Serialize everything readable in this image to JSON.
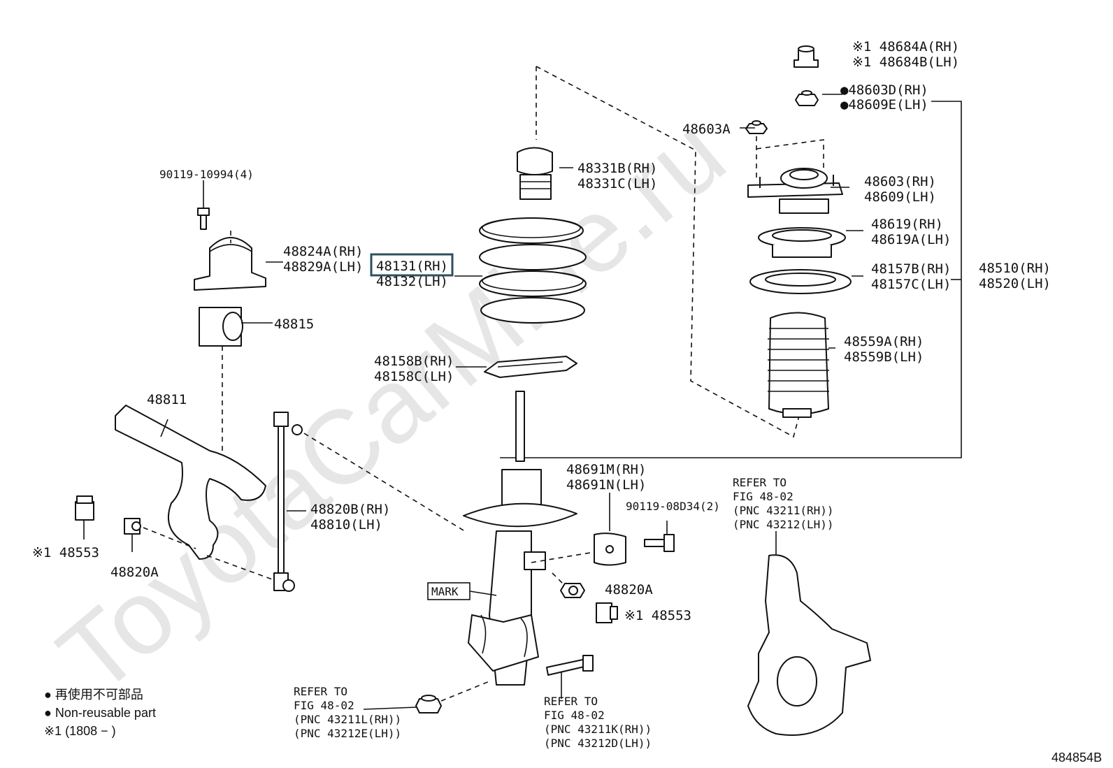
{
  "watermark": "ToyotaCarMine.ru",
  "diagram_id": "484854B",
  "parts": {
    "upper_support_nut_a": {
      "rh": "※1 48684A(RH)",
      "lh": "※1 48684B(LH)"
    },
    "nut_48603d": {
      "rh": "●48603D(RH)",
      "lh": "●48609E(LH)"
    },
    "nut_48603a": "48603A",
    "upper_support": {
      "rh": "48603(RH)",
      "lh": "48609(LH)"
    },
    "bearing": {
      "rh": "48619(RH)",
      "lh": "48619A(LH)"
    },
    "spring_seat_upper": {
      "rh": "48157B(RH)",
      "lh": "48157C(LH)"
    },
    "boot": {
      "rh": "48559A(RH)",
      "lh": "48559B(LH)"
    },
    "strut_assy": {
      "rh": "48510(RH)",
      "lh": "48520(LH)"
    },
    "bumper": {
      "rh": "48331B(RH)",
      "lh": "48331C(LH)"
    },
    "coil_spring": {
      "rh": "48131(RH)",
      "lh": "48132(LH)"
    },
    "lower_insulator": {
      "rh": "48158B(RH)",
      "lh": "48158C(LH)"
    },
    "bolt_90119_10994": "90119-10994(4)",
    "stab_bracket": {
      "rh": "48824A(RH)",
      "lh": "48829A(LH)"
    },
    "stab_bushing": "48815",
    "stabilizer_bar": "48811",
    "stab_link": {
      "rh": "48820B(RH)",
      "lh": "48810(LH)"
    },
    "nut_48553_left": "※1 48553",
    "nut_48820a_left": "48820A",
    "dynamic_damper": {
      "rh": "48691M(RH)",
      "lh": "48691N(LH)"
    },
    "bolt_90119_08d34": "90119-08D34(2)",
    "nut_48820a_right": "48820A",
    "nut_48553_right": "※1 48553",
    "mark": "MARK"
  },
  "refs": {
    "knuckle": [
      "REFER TO",
      "FIG 48-02",
      "(PNC 43211(RH))",
      "(PNC 43212(LH))"
    ],
    "lower_nut": [
      "REFER TO",
      "FIG 48-02",
      "(PNC 43211L(RH))",
      "(PNC 43212E(LH))"
    ],
    "lower_bolt": [
      "REFER TO",
      "FIG 48-02",
      "(PNC 43211K(RH))",
      "(PNC 43212D(LH))"
    ]
  },
  "legend": {
    "line1": "● 再使用不可部品",
    "line2": "● Non-reusable part",
    "line3": "※1 (1808 −      )"
  },
  "highlight": "48131(RH)"
}
